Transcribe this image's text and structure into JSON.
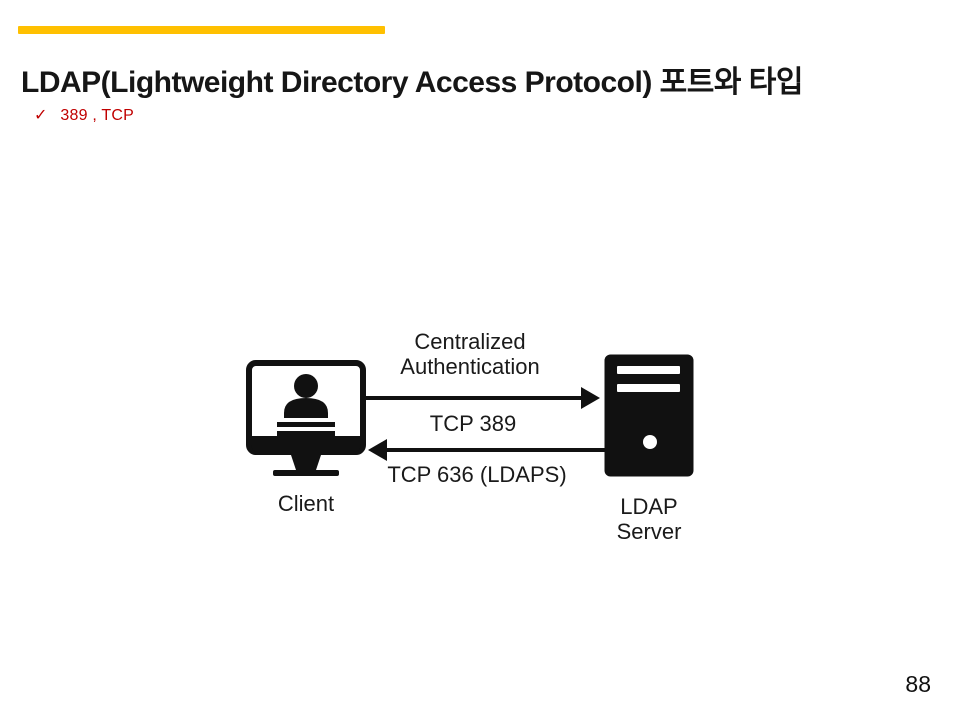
{
  "slide": {
    "accent_bar_color": "#FFC000",
    "title": "LDAP(Lightweight Directory Access Protocol) 포트와 타입",
    "bullet": {
      "marker": "✓",
      "text": "389 , TCP",
      "color": "#C00000"
    },
    "page_number": "88"
  },
  "diagram": {
    "client": {
      "label": "Client",
      "icon": "client-monitor-user-icon"
    },
    "server": {
      "label_line1": "LDAP",
      "label_line2": "Server",
      "icon": "server-tower-icon"
    },
    "request_arrow": {
      "direction": "client-to-server",
      "caption_line1": "Centralized",
      "caption_line2": "Authentication",
      "port_label": "TCP 389"
    },
    "response_arrow": {
      "direction": "server-to-client",
      "port_label": "TCP 636 (LDAPS)"
    }
  }
}
